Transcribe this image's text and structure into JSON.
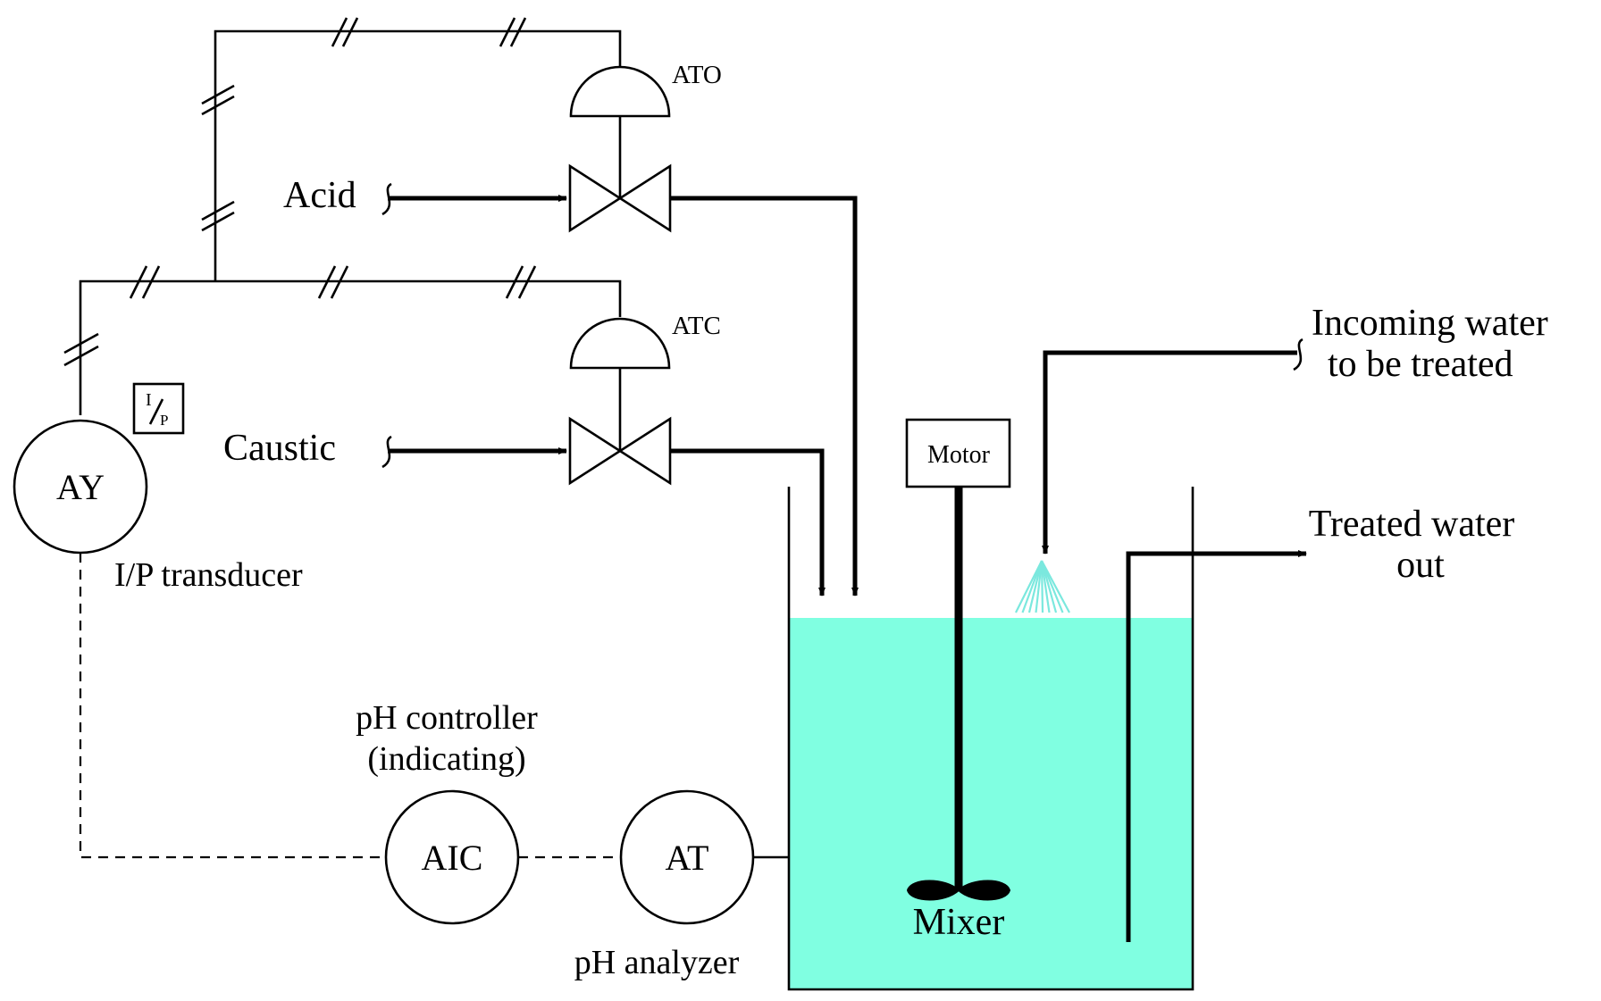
{
  "colors": {
    "water": "#80ffe1",
    "spray": "#7be8de",
    "line": "#000000"
  },
  "labels": {
    "ato": "ATO",
    "atc": "ATC",
    "acid": "Acid",
    "caustic": "Caustic",
    "incoming_line1": "Incoming water",
    "incoming_line2": "to be treated",
    "treated_line1": "Treated water",
    "treated_line2": "out",
    "ip_transducer": "I/P transducer",
    "ph_controller_line1": "pH controller",
    "ph_controller_line2": "(indicating)",
    "ph_analyzer": "pH analyzer",
    "motor": "Motor",
    "mixer": "Mixer"
  },
  "instruments": {
    "ay": "AY",
    "aic": "AIC",
    "at": "AT",
    "ip_box_top": "I",
    "ip_box_bottom": "P"
  }
}
